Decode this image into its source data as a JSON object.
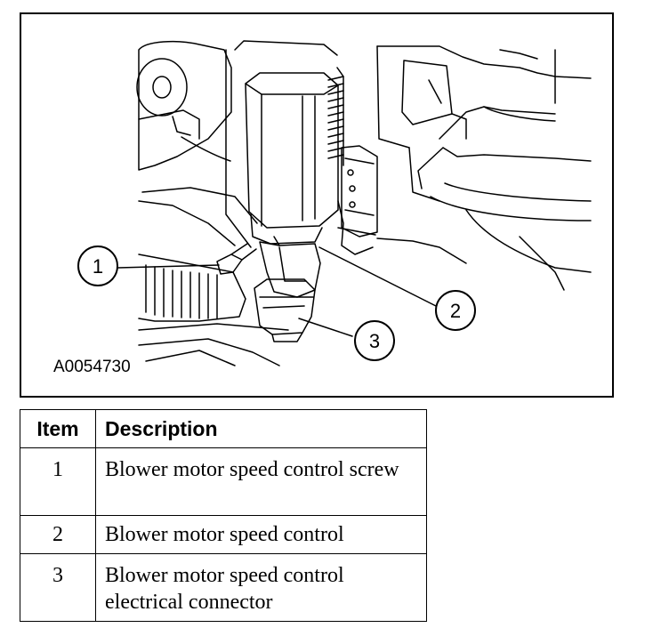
{
  "figure": {
    "id": "A0054730",
    "callouts": [
      "1",
      "2",
      "3"
    ]
  },
  "table": {
    "headers": [
      "Item",
      "Description"
    ],
    "rows": [
      {
        "item": "1",
        "description": "Blower motor speed control screw"
      },
      {
        "item": "2",
        "description": "Blower motor speed control"
      },
      {
        "item": "3",
        "description": "Blower motor speed control electrical connector"
      }
    ]
  }
}
